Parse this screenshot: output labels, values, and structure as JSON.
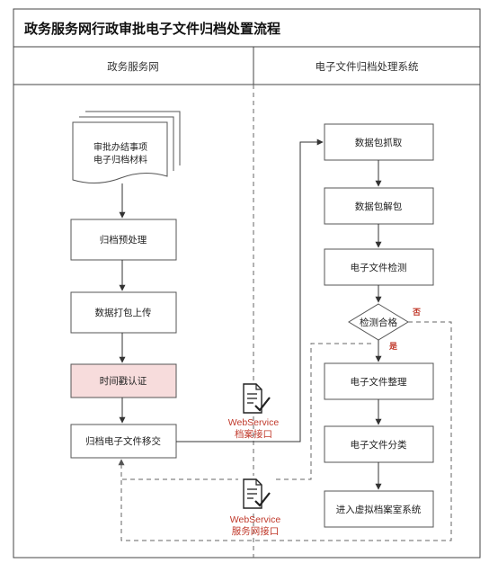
{
  "title": "政务服务网行政审批电子文件归档处置流程",
  "lanes": {
    "left": "政务服务网",
    "right": "电子文件归档处理系统"
  },
  "left_flow": {
    "document_line1": "审批办结事项",
    "document_line2": "电子归档材料",
    "step1": "归档预处理",
    "step2": "数据打包上传",
    "step3": "时间戳认证",
    "step4": "归档电子文件移交"
  },
  "right_flow": {
    "step1": "数据包抓取",
    "step2": "数据包解包",
    "step3": "电子文件检测",
    "decision": "检测合格",
    "decision_no": "否",
    "decision_yes": "是",
    "step4": "电子文件整理",
    "step5": "电子文件分类",
    "step6": "进入虚拟档案室系统"
  },
  "interfaces": {
    "archive_line1": "WebService",
    "archive_line2": "档案接口",
    "service_line1": "WebService",
    "service_line2": "服务网接口"
  },
  "colors": {
    "box_border": "#555555",
    "highlight_fill": "#f7dcdc",
    "interface_text": "#c0392b"
  }
}
